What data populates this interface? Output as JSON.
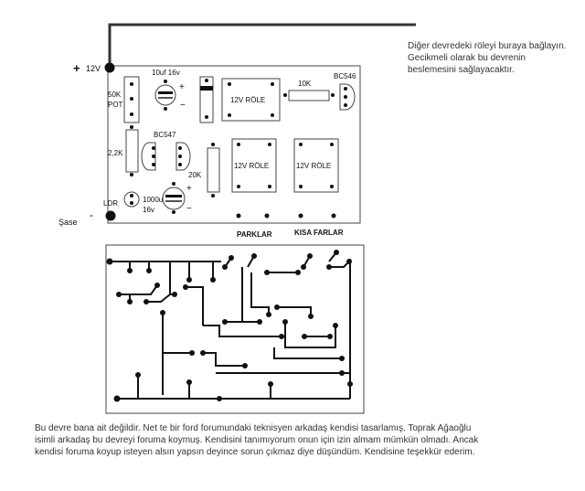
{
  "labels": {
    "plus": "+",
    "minus": "-",
    "v12": "12V",
    "pot": [
      "50K",
      "POT"
    ],
    "cap_top": "10uf 16v",
    "cap_plus": "+",
    "cap_minus": "−",
    "relay_top": "12V RÖLE",
    "r10k": "10K",
    "bc546": "BC546",
    "bc547": "BC547",
    "r22k": "2,2K",
    "r20k": "20K",
    "relay_mid1": "12V RÖLE",
    "relay_mid2": "12V RÖLE",
    "ldr": "LDR",
    "cap_bottom": [
      "1000u",
      "16v"
    ],
    "sase": "Şase",
    "parklar": "PARKLAR",
    "kisa_farlar": "KISA FARLAR"
  },
  "notes": {
    "top": "Diğer devredeki röleyi buraya bağlayın. Gecikmeli olarak bu devrenin beslemesini sağlayacaktır.",
    "bottom": "Bu devre bana ait değildir. Net te bir ford forumundaki teknisyen arkadaş kendisi tasarlamış. Toprak Ağaoğlu isimli arkadaş bu devreyi foruma koymuş. Kendisini tanımıyorum onun için izin almam mümkün olmadı. Ancak kendisi foruma koyup isteyen alsın yapsın deyince sorun çıkmaz diye düşündüm. Kendisine teşekkür ederim."
  }
}
